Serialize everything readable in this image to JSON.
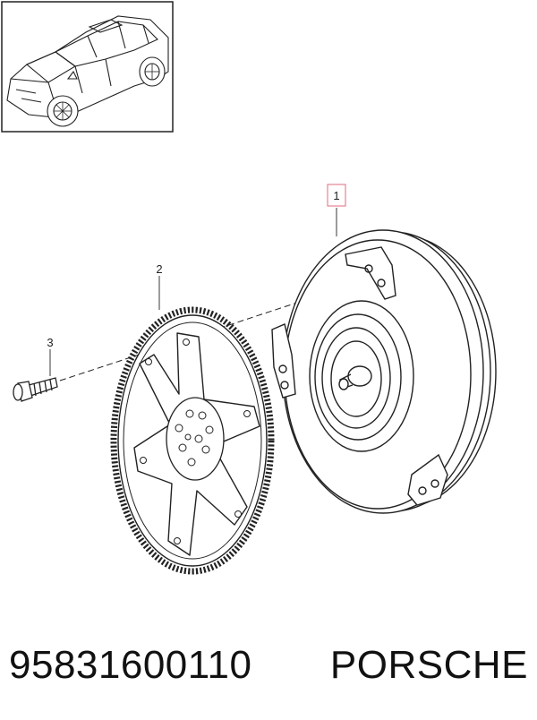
{
  "parts": [
    {
      "number": "1",
      "name": "torque converter"
    },
    {
      "number": "2",
      "name": "drive plate"
    },
    {
      "number": "3",
      "name": "bolt"
    }
  ],
  "caption": {
    "part_number": "95831600110",
    "brand": "PORSCHE"
  },
  "colors": {
    "line": "#222222",
    "highlight_box": "#e06a82",
    "background": "#ffffff"
  },
  "icons": [
    "vehicle-thumbnail-icon"
  ]
}
